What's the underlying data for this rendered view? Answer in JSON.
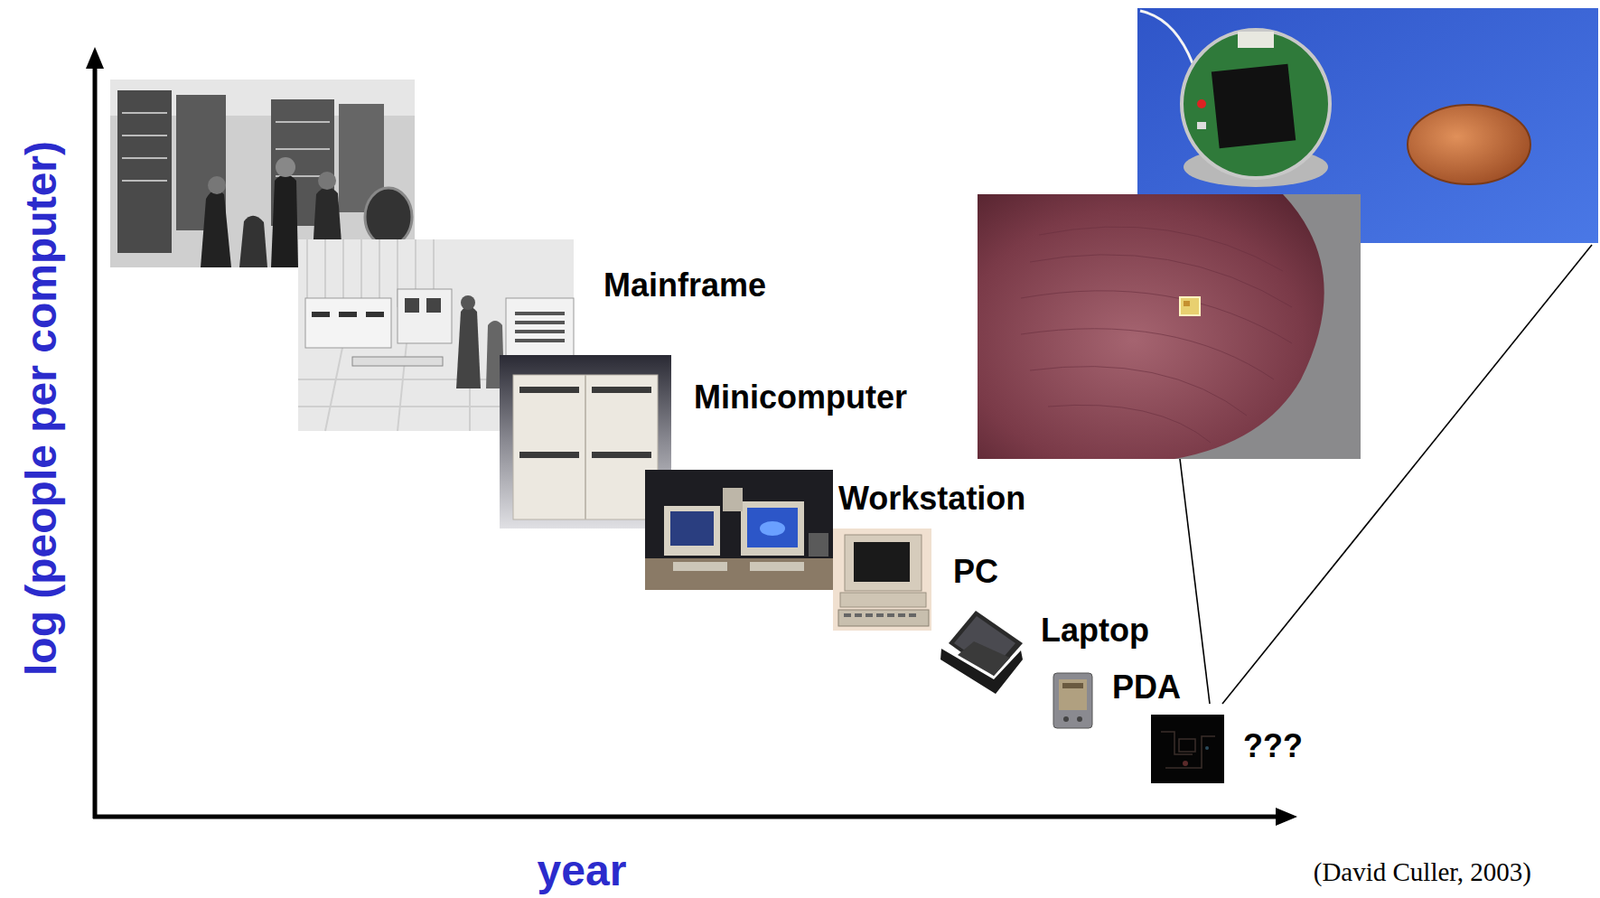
{
  "diagram": {
    "labels": [
      "log (people per computer)",
      "Mainframe",
      "Minicomputer",
      "Workstation",
      "PC",
      "Laptop",
      "PDA",
      "???",
      "year",
      "(David Culler, 2003)"
    ]
  }
}
